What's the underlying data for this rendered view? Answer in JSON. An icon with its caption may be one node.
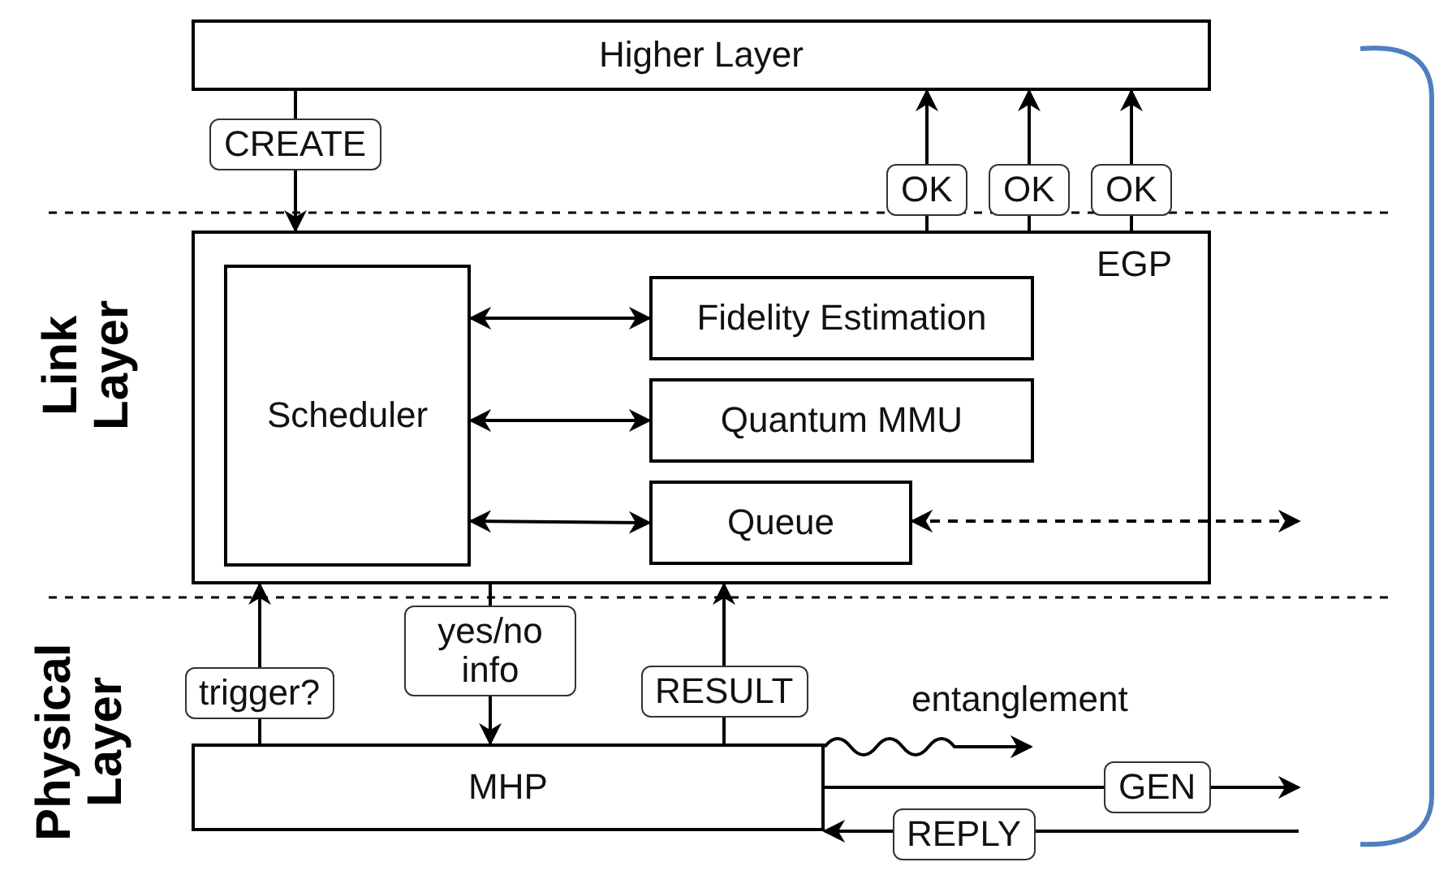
{
  "diagram": {
    "nodes": [
      {
        "text": [
          "Higher Layer"
        ]
      },
      {
        "text": [
          "EGP"
        ]
      },
      {
        "text": [
          "Scheduler"
        ],
        "in": 1
      },
      {
        "text": [
          "Fidelity Estimation"
        ],
        "in": 1
      },
      {
        "text": [
          "Quantum MMU"
        ],
        "in": 1
      },
      {
        "text": [
          "Queue"
        ],
        "in": 1
      },
      {
        "text": [
          "MHP"
        ]
      }
    ],
    "edges": [
      {
        "from": 0,
        "to": 1,
        "arrow": "to",
        "label": "CREATE"
      },
      {
        "from": 1,
        "to": 0,
        "arrow": "to",
        "label": "OK"
      },
      {
        "from": 1,
        "to": 0,
        "arrow": "to",
        "label": "OK"
      },
      {
        "from": 1,
        "to": 0,
        "arrow": "to",
        "label": "OK"
      },
      {
        "from": 2,
        "to": 3,
        "arrow": "both"
      },
      {
        "from": 2,
        "to": 4,
        "arrow": "both"
      },
      {
        "from": 2,
        "to": 5,
        "arrow": "both"
      },
      {
        "from": 5,
        "to": null,
        "arrow": "both",
        "style": "dashed"
      },
      {
        "from": 6,
        "to": 1,
        "arrow": "to",
        "label": "trigger?"
      },
      {
        "from": 1,
        "to": 6,
        "arrow": "to",
        "label": "yes/no info"
      },
      {
        "from": 6,
        "to": 1,
        "arrow": "to",
        "label": "RESULT"
      },
      {
        "from": 6,
        "to": null,
        "arrow": "to",
        "label": "entanglement"
      },
      {
        "from": 6,
        "to": null,
        "arrow": "to",
        "label": "GEN"
      },
      {
        "from": null,
        "to": 6,
        "arrow": "to",
        "label": "REPLY"
      }
    ],
    "labels": [
      "Link Layer",
      "Physical Layer"
    ]
  }
}
